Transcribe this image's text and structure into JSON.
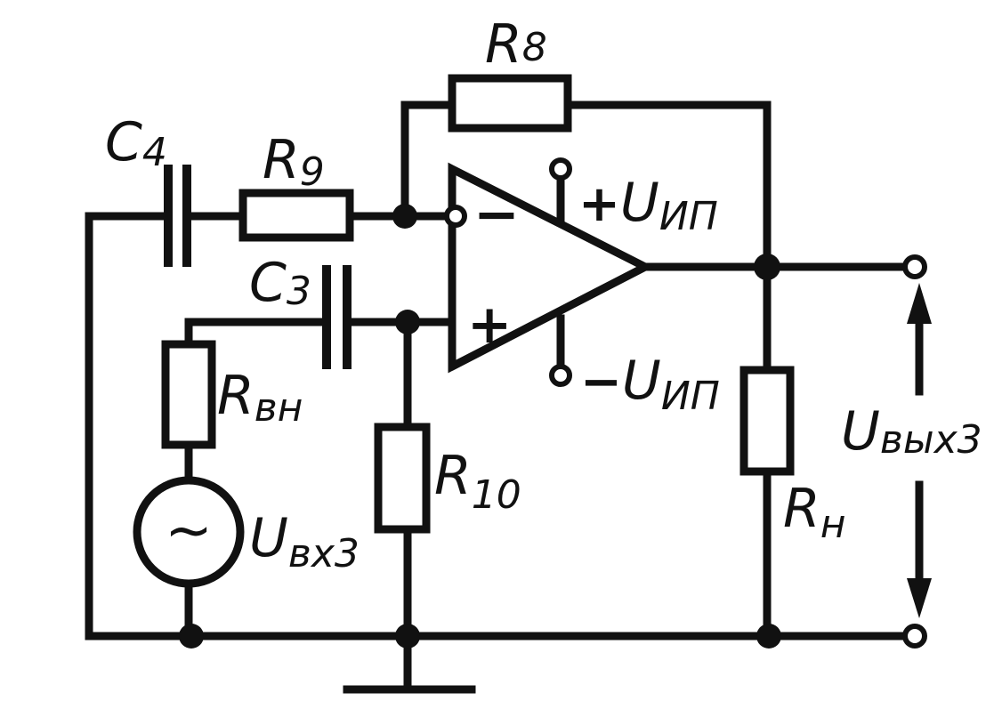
{
  "components": {
    "c4": {
      "main": "C",
      "sub": "4"
    },
    "r9": {
      "main": "R",
      "sub": "9"
    },
    "r8": {
      "main": "R",
      "sub": "8"
    },
    "c3": {
      "main": "C",
      "sub": "3"
    },
    "r_vn": {
      "main": "R",
      "sub": "вн"
    },
    "r10": {
      "main": "R",
      "sub": "10"
    },
    "r_n": {
      "main": "R",
      "sub": "н"
    }
  },
  "sources": {
    "u_in": {
      "main": "U",
      "sub": "вх3"
    },
    "u_out": {
      "main": "U",
      "sub": "вых3"
    }
  },
  "opamp": {
    "inverting_sign": "−",
    "noninverting_sign": "+",
    "supply_pos": {
      "sign": "+",
      "main": "U",
      "sub": "ИП"
    },
    "supply_neg": {
      "sign": "−",
      "main": "U",
      "sub": "ИП"
    }
  },
  "generator_symbol": "~"
}
